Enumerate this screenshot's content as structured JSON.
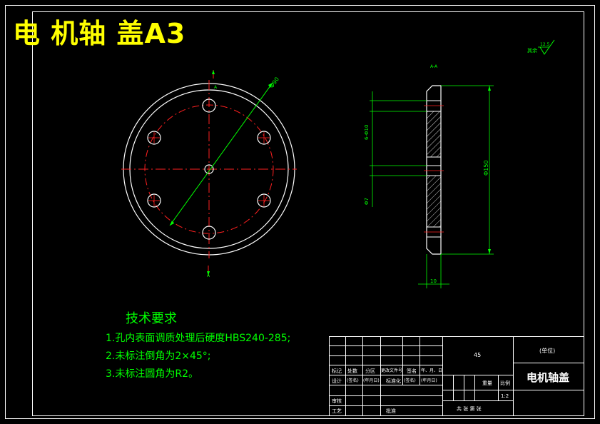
{
  "title": "电 机轴 盖A3",
  "technical_requirements": {
    "heading": "技术要求",
    "items": [
      "1.孔内表面调质处理后硬度HBS240-285;",
      "2.未标注倒角为2×45°;",
      "3.未标注圆角为R2。"
    ]
  },
  "roughness_note": {
    "label": "其余",
    "value": "12.5"
  },
  "section_label": "A-A",
  "view_markers": {
    "top": "A",
    "bottom": "A"
  },
  "dimensions": {
    "diameter_diag": "Φ90",
    "holes": "6-Φ10",
    "center_hole": "Φ7",
    "overall_diameter": "Φ150",
    "thickness": "10"
  },
  "title_block": {
    "material": "45",
    "company_label": "(单位)",
    "part_name": "电机轴盖",
    "scale": "1:2",
    "weight_label": "重量",
    "scale_label": "比例",
    "sheets_label": "共  张  第  张",
    "header_row": [
      "标记",
      "处数",
      "分区",
      "更改文件号",
      "签名",
      "年、月、日"
    ],
    "row2": [
      "设计",
      "(签名)",
      "(年月日)",
      "标准化",
      "(签名)",
      "(年月日)"
    ],
    "row3": [
      "审核"
    ],
    "row4": [
      "工艺",
      "批准"
    ]
  }
}
